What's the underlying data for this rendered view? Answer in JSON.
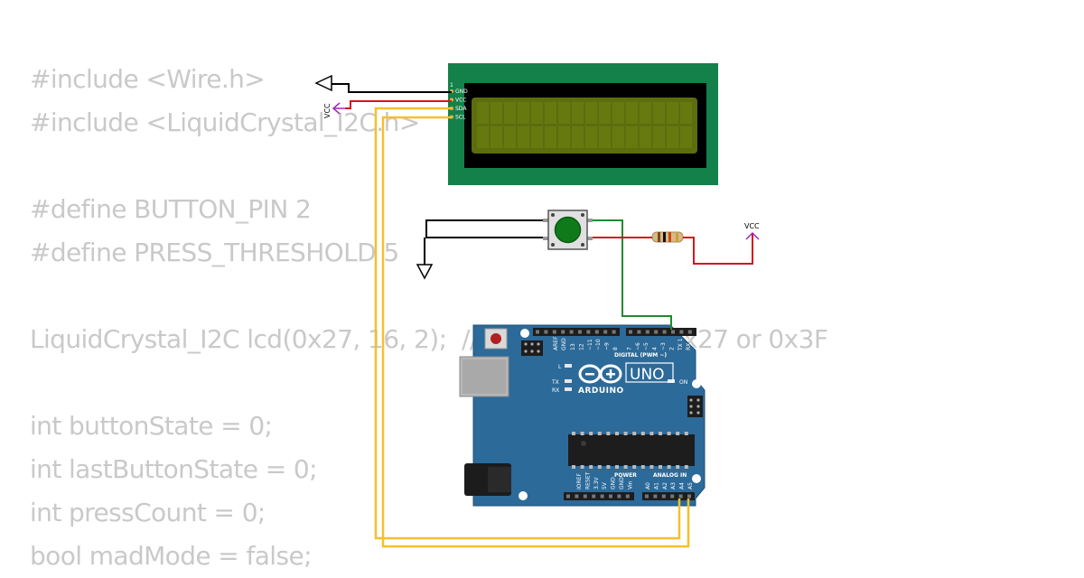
{
  "code_lines": [
    "#include <Wire.h>",
    "#include <LiquidCrystal_I2C.h>",
    "",
    "#define BUTTON_PIN 2",
    "#define PRESS_THRESHOLD 5",
    "",
    "LiquidCrystal_I2C lcd(0x27, 16, 2);  // Set address to 0x27 or 0x3F",
    "",
    "int buttonState = 0;",
    "int lastButtonState = 0;",
    "int pressCount = 0;",
    "bool madMode = false;"
  ],
  "lcd": {
    "pins": [
      "GND",
      "VCC",
      "SDA",
      "SCL"
    ],
    "pin1": "1"
  },
  "vcc_label": "VCC",
  "vcc_label_lcd": "VCC",
  "arduino": {
    "brand": "ARDUINO",
    "model": "UNO",
    "digital_label": "DIGITAL (PWM ~)",
    "analog_label": "ANALOG IN",
    "power_label": "POWER",
    "on_label": "ON",
    "l_label": "L",
    "tx_label": "TX",
    "rx_label": "RX",
    "aref": "AREF",
    "gnd": "GND",
    "digital_pins": [
      "13",
      "12",
      "~11",
      "~10",
      "~9",
      "8",
      "7",
      "~6",
      "~5",
      "4",
      "~3",
      "2",
      "TX 1",
      "RX 0"
    ],
    "power_pins": [
      "IOREF",
      "RESET",
      "3.3V",
      "5V",
      "GND",
      "GND",
      "Vin"
    ],
    "analog_pins": [
      "A0",
      "A1",
      "A2",
      "A3",
      "A4",
      "A5"
    ]
  },
  "colors": {
    "wire_black": "#000000",
    "wire_red": "#d2161e",
    "wire_yellow": "#f5c02c",
    "wire_green": "#1f8a2e",
    "board": "#2c6a99",
    "lcd_pcb": "#14804a",
    "lcd_screen": "#5c6d0e",
    "vcc_purple": "#9b2bbb",
    "code_text": "#c9c9c9"
  }
}
